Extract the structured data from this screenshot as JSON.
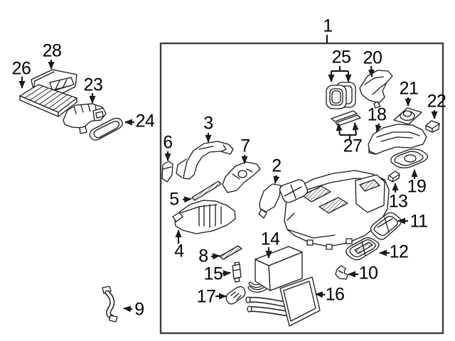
{
  "figure": {
    "type": "exploded-parts-diagram",
    "background": "#ffffff",
    "line_color": "#1a1a1a",
    "box_border_color": "#3d3d3d",
    "callouts": [
      {
        "label": "1"
      },
      {
        "label": "2"
      },
      {
        "label": "3"
      },
      {
        "label": "4"
      },
      {
        "label": "5"
      },
      {
        "label": "6"
      },
      {
        "label": "7"
      },
      {
        "label": "8"
      },
      {
        "label": "9"
      },
      {
        "label": "10"
      },
      {
        "label": "11"
      },
      {
        "label": "12"
      },
      {
        "label": "13"
      },
      {
        "label": "14"
      },
      {
        "label": "15"
      },
      {
        "label": "16"
      },
      {
        "label": "17"
      },
      {
        "label": "18"
      },
      {
        "label": "19"
      },
      {
        "label": "20"
      },
      {
        "label": "21"
      },
      {
        "label": "22"
      },
      {
        "label": "23"
      },
      {
        "label": "24"
      },
      {
        "label": "25"
      },
      {
        "label": "26"
      },
      {
        "label": "27"
      },
      {
        "label": "28"
      }
    ]
  }
}
